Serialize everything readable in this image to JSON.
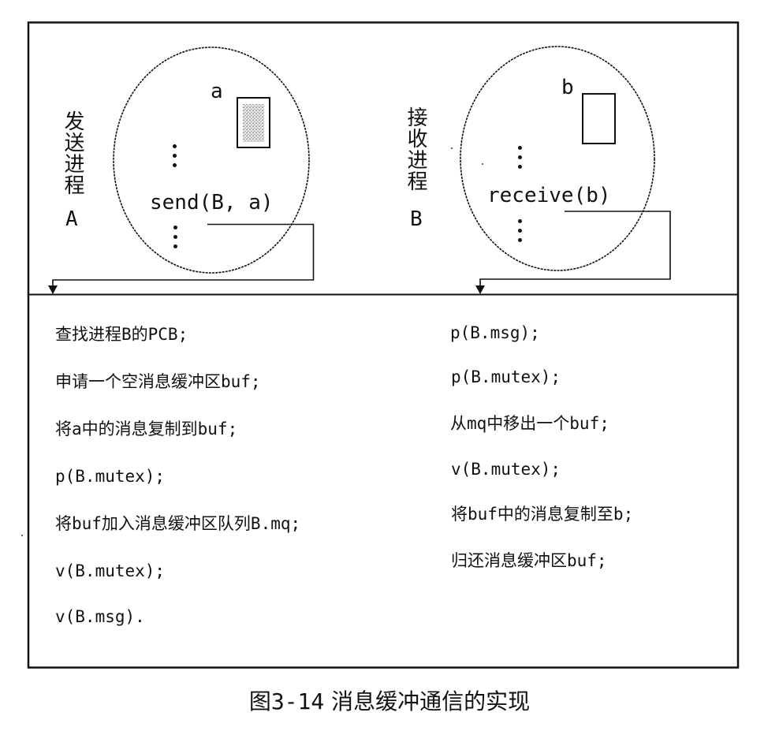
{
  "figure": {
    "caption_prefix": "图3-14",
    "caption_text": "消息缓冲通信的实现",
    "colors": {
      "line": "#111111",
      "background": "#ffffff",
      "buffer_fill": "#cfcfcf"
    }
  },
  "sender": {
    "label": "发送进程",
    "process_letter": "A",
    "buffer_var": "a",
    "call": "send(B, a)",
    "ellipsis_icon": "vertical-ellipsis"
  },
  "receiver": {
    "label": "接收进程",
    "process_letter": "B",
    "buffer_var": "b",
    "call": "receive(b)",
    "ellipsis_icon": "vertical-ellipsis"
  },
  "send_steps": [
    "查找进程B的PCB;",
    "申请一个空消息缓冲区buf;",
    "将a中的消息复制到buf;",
    "p(B.mutex);",
    "将buf加入消息缓冲区队列B.mq;",
    "v(B.mutex);",
    "v(B.msg)."
  ],
  "receive_steps": [
    "p(B.msg);",
    "p(B.mutex);",
    "从mq中移出一个buf;",
    "v(B.mutex);",
    "将buf中的消息复制至b;",
    "归还消息缓冲区buf;"
  ]
}
